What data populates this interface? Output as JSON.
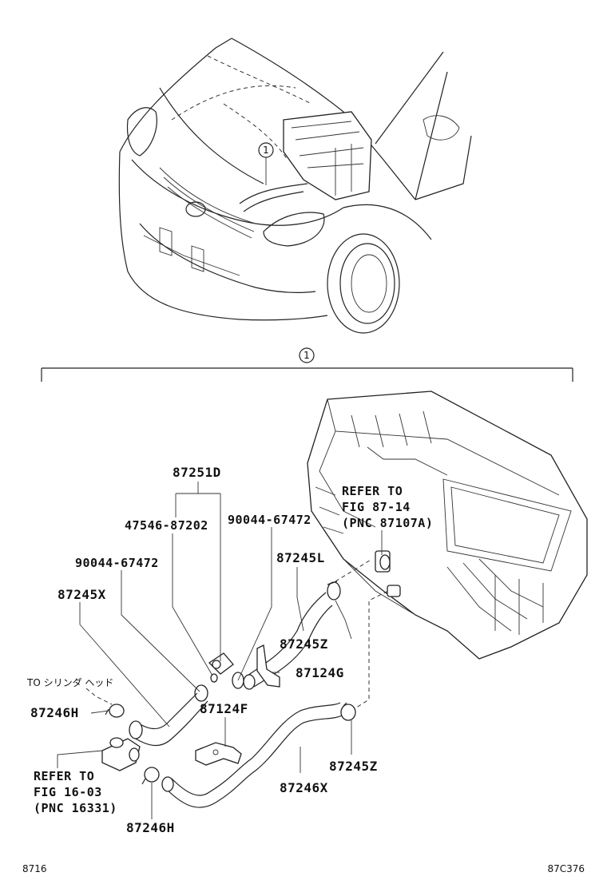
{
  "callout_marker": "1",
  "labels": {
    "p87251D": "87251D",
    "p47546_87202": "47546-87202",
    "p90044_a": "90044-67472",
    "p90044_b": "90044-67472",
    "p87245X": "87245X",
    "p87245L": "87245L",
    "p87245Z_a": "87245Z",
    "p87245Z_b": "87245Z",
    "p87124G": "87124G",
    "p87124F": "87124F",
    "p87246H_a": "87246H",
    "p87246H_b": "87246H",
    "p87246X": "87246X",
    "to_cylinder_head": "TO シリンダ ヘッド"
  },
  "refer_heater": {
    "line1": "REFER TO",
    "line2": "FIG 87-14",
    "line3": "(PNC 87107A)"
  },
  "refer_engine": {
    "line1": "REFER TO",
    "line2": "FIG 16-03",
    "line3": "(PNC 16331)"
  },
  "footer": {
    "left": "8716",
    "right": "87C376"
  }
}
